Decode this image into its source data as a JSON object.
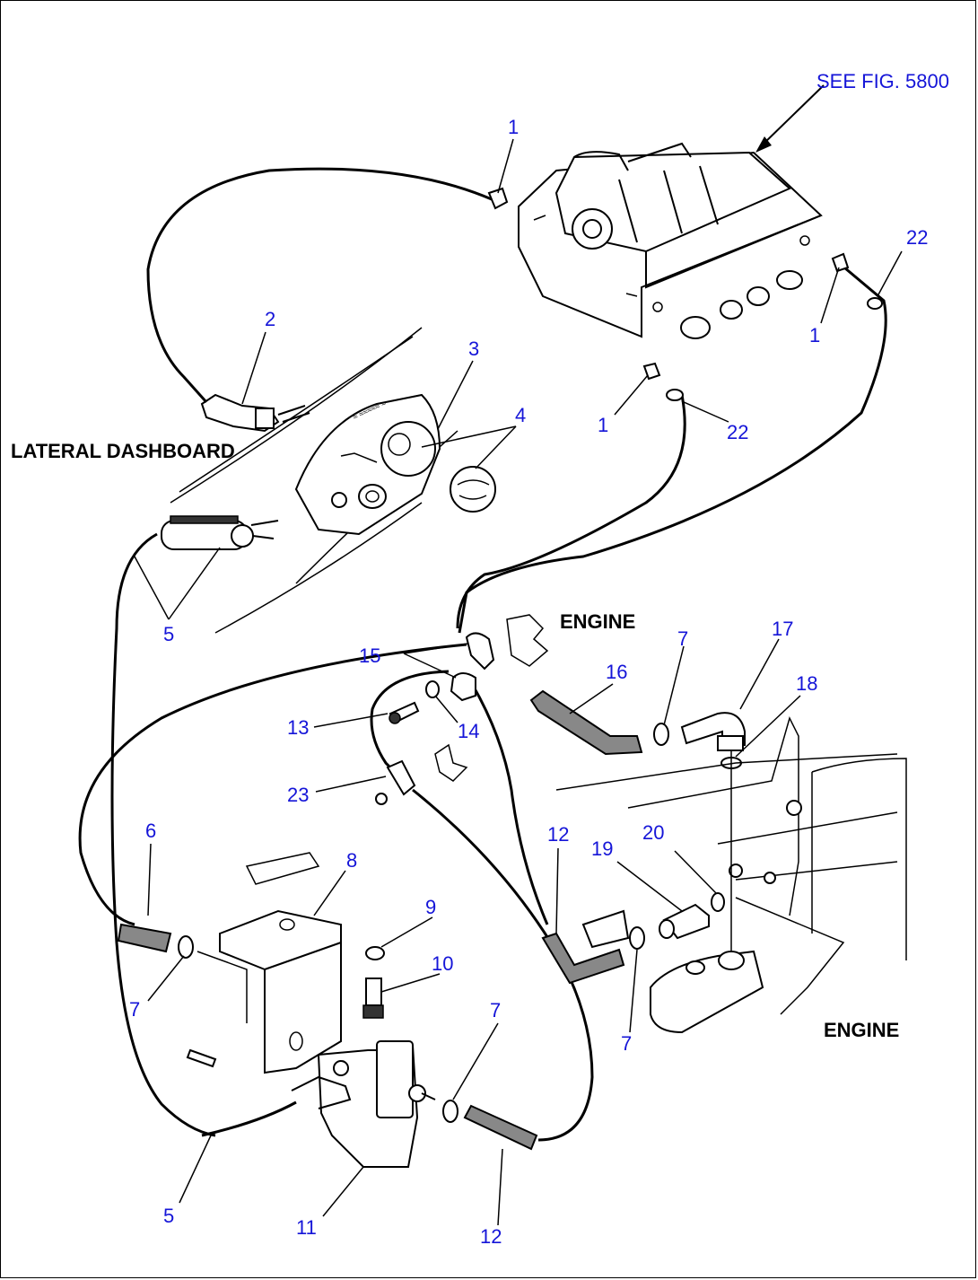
{
  "header": {
    "figure_reference": "SEE FIG. 5800"
  },
  "labels": {
    "lateral_dashboard": "LATERAL DASHBOARD",
    "engine_top": "ENGINE",
    "engine_right": "ENGINE"
  },
  "callouts": {
    "c1a": "1",
    "c1b": "1",
    "c1c": "1",
    "c2": "2",
    "c3": "3",
    "c4": "4",
    "c5a": "5",
    "c5b": "5",
    "c6": "6",
    "c7a": "7",
    "c7b": "7",
    "c7c": "7",
    "c7d": "7",
    "c8": "8",
    "c9": "9",
    "c10": "10",
    "c11": "11",
    "c12a": "12",
    "c12b": "12",
    "c13": "13",
    "c14": "14",
    "c15": "15",
    "c16": "16",
    "c17": "17",
    "c18": "18",
    "c19": "19",
    "c20": "20",
    "c22a": "22",
    "c22b": "22",
    "c23": "23"
  },
  "colors": {
    "callout": "#1515d8",
    "linework": "#000000"
  }
}
